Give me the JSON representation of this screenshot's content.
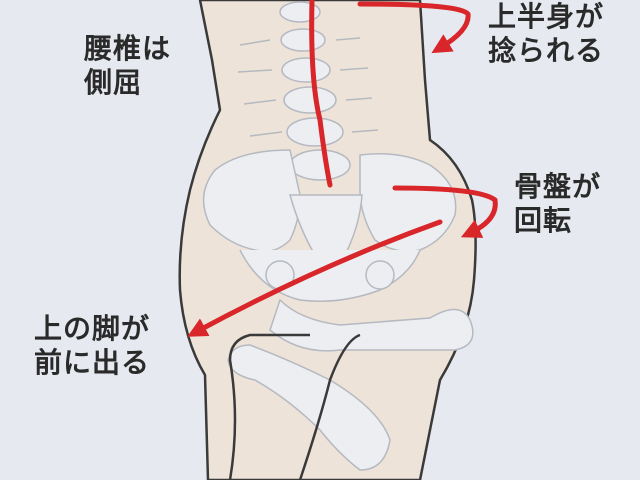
{
  "labels": {
    "lumbar": {
      "line1": "腰椎は",
      "line2": "側屈"
    },
    "upper_body": {
      "line1": "上半身が",
      "line2": "捻られる"
    },
    "pelvis": {
      "line1": "骨盤が",
      "line2": "回転"
    },
    "leg": {
      "line1": "上の脚が",
      "line2": "前に出る"
    }
  },
  "colors": {
    "background": "#e6eaf0",
    "skin": "#ede3d8",
    "outline": "#3a3a3a",
    "bone_fill": "#eceef2",
    "bone_stroke": "#b5b9c0",
    "arrow": "#d8262a",
    "text": "#2a2a2a"
  }
}
